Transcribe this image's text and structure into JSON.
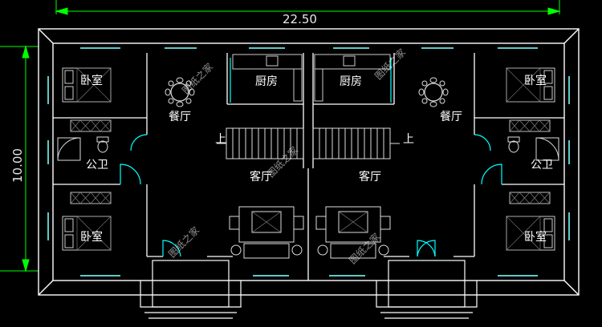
{
  "dimensions": {
    "width_label": "22.50",
    "depth_label": "10.00"
  },
  "rooms": {
    "bedroom": "卧室",
    "kitchen": "厨房",
    "dining": "餐厅",
    "bathroom": "公卫",
    "living": "客厅",
    "stair_up": "上"
  },
  "watermark": "图纸之家",
  "colors": {
    "background": "#000000",
    "wall": "#ffffff",
    "dimension": "#00ff00",
    "door": "#00ffff",
    "window": "#5dc9c9"
  },
  "icons": [
    "dining-table-icon",
    "bed-icon",
    "sofa-icon",
    "toilet-icon",
    "shower-icon",
    "staircase-icon"
  ]
}
